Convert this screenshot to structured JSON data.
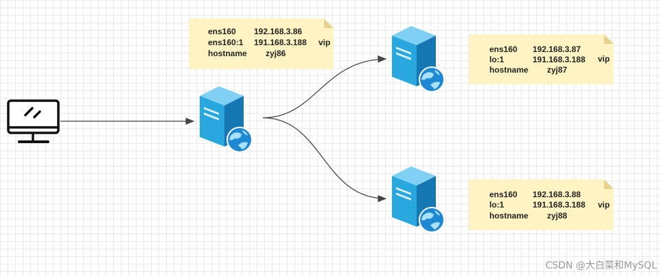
{
  "notes": {
    "n86": {
      "row1": {
        "name": "ens160",
        "ip": "192.168.3.86"
      },
      "row2": {
        "name": "ens160:1",
        "ip": "191.168.3.188",
        "tag": "vip"
      },
      "row3": {
        "name": "hostname",
        "ip": "zyj86"
      }
    },
    "n87": {
      "row1": {
        "name": "ens160",
        "ip": "192.168.3.87"
      },
      "row2": {
        "name": "lo:1",
        "ip": "191.168.3.188",
        "tag": "vip"
      },
      "row3": {
        "name": "hostname",
        "ip": "zyj87"
      }
    },
    "n88": {
      "row1": {
        "name": "ens160",
        "ip": "192.168.3.88"
      },
      "row2": {
        "name": "lo:1",
        "ip": "191.168.3.188",
        "tag": "vip"
      },
      "row3": {
        "name": "hostname",
        "ip": "zyj88"
      }
    }
  },
  "icons": {
    "client": "monitor-icon",
    "server": "web-server-icon"
  },
  "colors": {
    "note_bg": "#fff3c4",
    "server_blue": "#29a8e0",
    "connector": "#444444"
  },
  "watermark": "CSDN @大白菜和MySQL"
}
